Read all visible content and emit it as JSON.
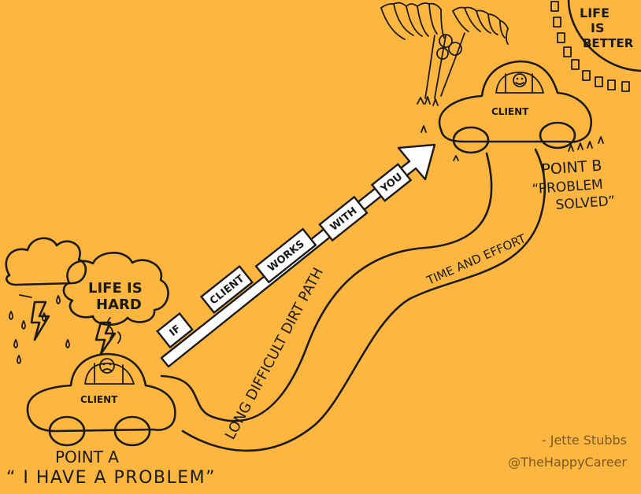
{
  "path_words": [
    "IF",
    "CLIENT",
    "WORKS",
    "WITH",
    "YOU"
  ],
  "labels": {
    "life_is_hard_1": "LIFE IS",
    "life_is_hard_2": "HARD",
    "life_is_better_1": "LIFE",
    "life_is_better_2": "IS",
    "life_is_better_3": "BETTER",
    "client_left": "CLIENT",
    "client_right": "CLIENT",
    "point_a": "POINT A",
    "point_a_quote": "“ I HAVE A PROBLEM”",
    "point_b": "POINT B",
    "point_b_quote_1": "“PROBLEM",
    "point_b_quote_2": "SOLVED”",
    "long_path": "LONG DIFFICULT DIRT PATH",
    "time_effort": "TIME AND EFFORT"
  },
  "credit": {
    "author": "- Jette Stubbs",
    "handle": "@TheHappyCareer"
  },
  "colors": {
    "background": "#FDB741",
    "ink": "#1c1a17",
    "box": "#ffffff",
    "credit": "#7a5a1e"
  }
}
